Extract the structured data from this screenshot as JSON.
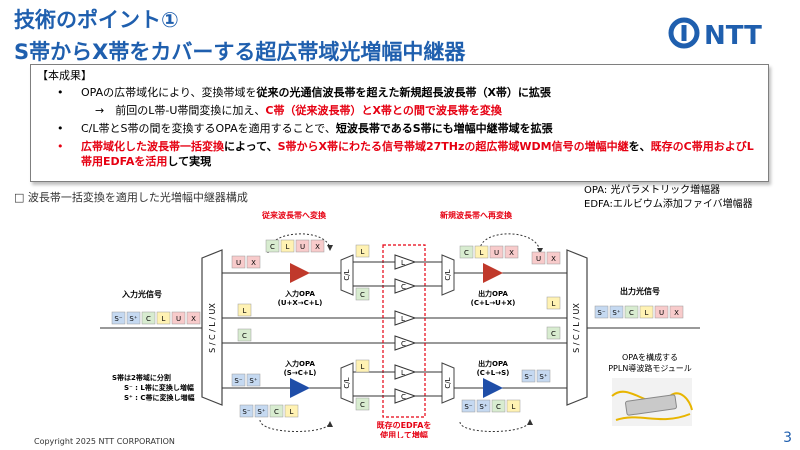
{
  "header": {
    "title_line1": "技術のポイント①",
    "title_line2": "S帯からX帯をカバーする超広帯域光増幅中継器",
    "logo_text": "NTT"
  },
  "results": {
    "label": "【本成果】",
    "bullet1_a": "OPAの広帯域化により、変換帯域を",
    "bullet1_b": "従来の光通信波長帯を超えた新規超長波長帯（X帯）に拡張",
    "bullet1_sub_a": "→　前回のL帯-U帯間変換に加え、",
    "bullet1_sub_b": "C帯（従来波長帯）とX帯との間で波長帯を変換",
    "bullet2_a": "C/L帯とS帯の間を変換するOPAを適用することで、",
    "bullet2_b": "短波長帯であるS帯にも増幅中継帯域を拡張",
    "bullet3_a": "広帯域化した波長帯一括変換",
    "bullet3_b": "によって、",
    "bullet3_c": "S帯からX帯にわたる信号帯域27THzの超広帯域WDM信号の増幅中継",
    "bullet3_d": "を、",
    "bullet3_e": "既存のC帯用およびL帯用EDFAを活用",
    "bullet3_f": "して実現"
  },
  "section": {
    "heading": "□ 波長帯一括変換を適用した光増幅中継器構成",
    "def_opa": "OPA: 光パラメトリック増幅器",
    "def_edfa": "EDFA:エルビウム添加ファイバ増幅器"
  },
  "diagram": {
    "conv_to_old": "従来波長帯へ変換",
    "conv_to_new": "新規波長帯へ再変換",
    "input_signal": "入力光信号",
    "output_signal": "出力光信号",
    "mux_in": "S / C / L / UX",
    "mux_out": "S / C / L / UX",
    "cl": "C/L",
    "opa_in_top": "入力OPA",
    "opa_in_top_sub": "(U+X→C+L)",
    "opa_out_top": "出力OPA",
    "opa_out_top_sub": "(C+L→U+X)",
    "opa_in_bot": "入力OPA",
    "opa_in_bot_sub": "(S→C+L)",
    "opa_out_bot": "出力OPA",
    "opa_out_bot_sub": "(C+L→S)",
    "s_split_1": "S帯は2帯域に分割",
    "s_split_2": "S⁻ : L帯に変換し増幅",
    "s_split_3": "S⁺ : C帯に変換し増幅",
    "edfa_label_1": "既存のEDFAを",
    "edfa_label_2": "使用して増幅",
    "ppln_1": "OPAを構成する",
    "ppln_2": "PPLN導波路モジュール",
    "edfa_L": "L",
    "edfa_C": "C",
    "band_Sm": "S⁻",
    "band_Sp": "S⁺",
    "band_C": "C",
    "band_L": "L",
    "band_U": "U",
    "band_X": "X"
  },
  "footer": {
    "copyright": "Copyright 2025 NTT CORPORATION",
    "page": "3"
  },
  "colors": {
    "title_blue": "#1f5fae",
    "accent_red": "#e60012",
    "band_s": "#c5d9f1",
    "band_c": "#d8ecd0",
    "band_l": "#fff2b3",
    "band_ux": "#f8cbcb",
    "opa_red": "#c0392b",
    "opa_blue": "#1f4ea8"
  }
}
